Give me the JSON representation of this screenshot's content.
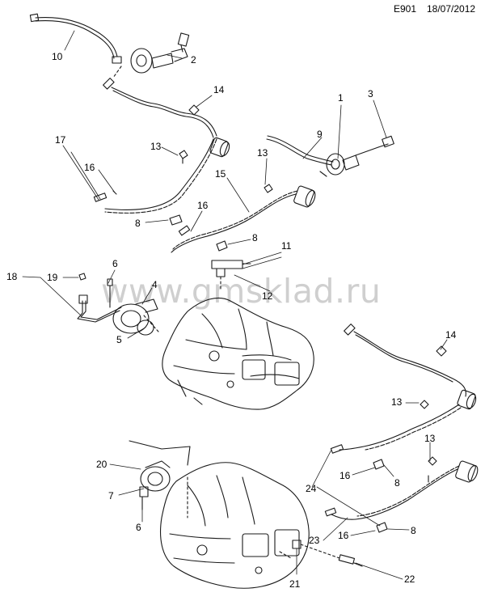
{
  "header": {
    "diagram_code": "E901",
    "date": "18/07/2012"
  },
  "watermark": "www.gmsklad.ru",
  "callouts": [
    "10",
    "2",
    "14",
    "1",
    "3",
    "9",
    "17",
    "13",
    "16",
    "13",
    "15",
    "16",
    "8",
    "8",
    "11",
    "6",
    "18",
    "19",
    "4",
    "12",
    "5",
    "14",
    "13",
    "13",
    "20",
    "16",
    "8",
    "24",
    "7",
    "6",
    "23",
    "16",
    "8",
    "21",
    "22"
  ]
}
